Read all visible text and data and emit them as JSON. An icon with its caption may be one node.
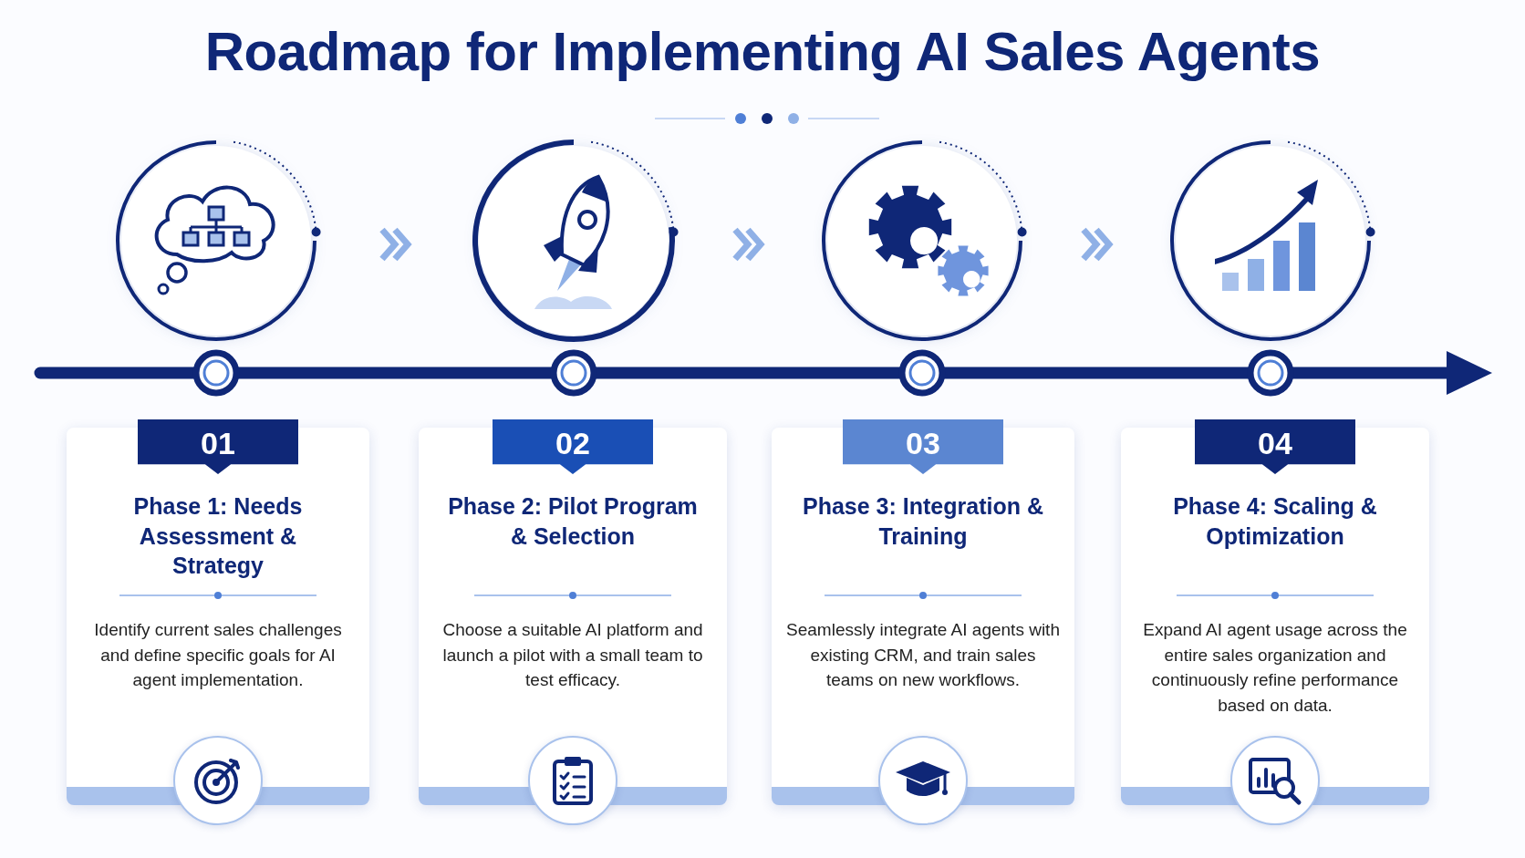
{
  "diagram": {
    "title": "Roadmap for Implementing AI Sales Agents",
    "nodes": [
      {
        "text": [],
        "shape": "circle"
      },
      {
        "text": [],
        "shape": "circle"
      },
      {
        "text": [],
        "shape": "circle"
      },
      {
        "text": [],
        "shape": "circle"
      },
      {
        "text": [
          "01",
          "Phase 1: Needs Assessment & Strategy",
          "Identify current sales challenges and define specific goals for AI agent implementation."
        ]
      },
      {
        "text": [
          "02",
          "Phase 2: Pilot Program & Selection",
          "Choose a suitable AI platform and launch a pilot with a small team to test efficacy."
        ]
      },
      {
        "text": [
          "03",
          "Phase 3: Integration & Training",
          "Seamlessly integrate AI agents with existing CRM, and train sales teams on new workflows."
        ]
      },
      {
        "text": [
          "04",
          "Phase 4: Scaling & Optimization",
          "Expand AI agent usage across the entire sales organization and continuously refine performance based on data."
        ]
      }
    ],
    "edges": [
      {
        "from": 0,
        "to": 1,
        "arrow": "to"
      },
      {
        "from": 1,
        "to": 2,
        "arrow": "to"
      },
      {
        "from": 2,
        "to": 3,
        "arrow": "to"
      }
    ]
  }
}
